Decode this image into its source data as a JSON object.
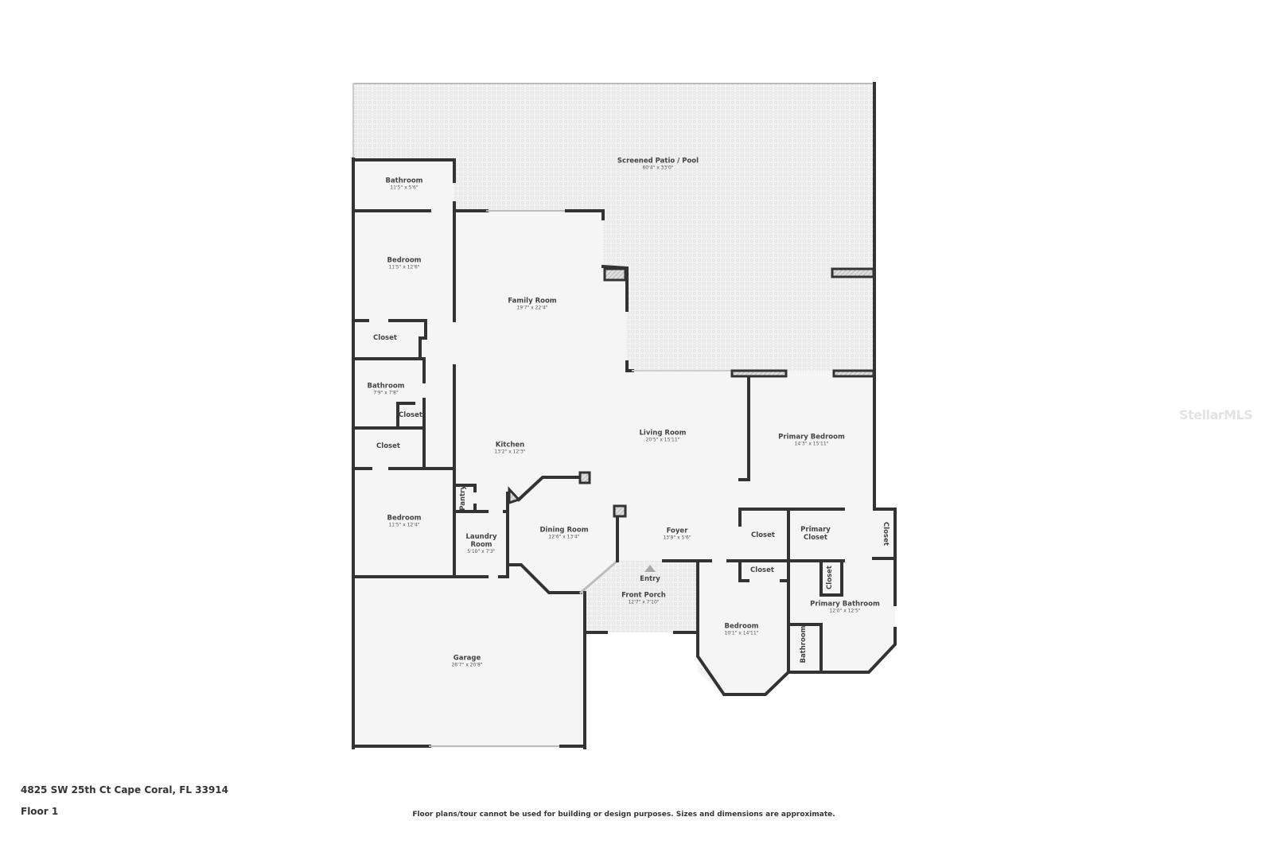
{
  "rooms": {
    "patio": {
      "name": "Screened Patio / Pool",
      "dims": "60'4\" x 33'0\""
    },
    "bathroom1": {
      "name": "Bathroom",
      "dims": "11'5\" x 5'6\""
    },
    "bedroom1": {
      "name": "Bedroom",
      "dims": "11'5\" x 12'6\""
    },
    "closet1": {
      "name": "Closet"
    },
    "bathroom2": {
      "name": "Bathroom",
      "dims": "7'9\" x 7'8\""
    },
    "closet2": {
      "name": "Closet"
    },
    "closet3": {
      "name": "Closet"
    },
    "bedroom2": {
      "name": "Bedroom",
      "dims": "11'5\" x 12'4\""
    },
    "family": {
      "name": "Family Room",
      "dims": "19'7\" x 22'4\""
    },
    "kitchen": {
      "name": "Kitchen",
      "dims": "13'2\" x 12'3\""
    },
    "pantry": {
      "name": "Pantry"
    },
    "laundry": {
      "name": "Laundry Room",
      "dims": "5'10\" x 7'3\""
    },
    "dining": {
      "name": "Dining Room",
      "dims": "12'6\" x 13'4\""
    },
    "living": {
      "name": "Living Room",
      "dims": "20'5\" x 15'11\""
    },
    "foyer": {
      "name": "Foyer",
      "dims": "13'9\" x 5'6\""
    },
    "entry": {
      "name": "Entry"
    },
    "porch": {
      "name": "Front Porch",
      "dims": "12'7\" x 7'10\""
    },
    "garage": {
      "name": "Garage",
      "dims": "26'7\" x 20'8\""
    },
    "primary_bedroom": {
      "name": "Primary Bedroom",
      "dims": "14'3\" x 15'11\""
    },
    "closet4": {
      "name": "Closet"
    },
    "primary_closet": {
      "name": "Primary Closet"
    },
    "closet5": {
      "name": "Closet"
    },
    "closet6": {
      "name": "Closet"
    },
    "closet7": {
      "name": "Closet"
    },
    "primary_bathroom": {
      "name": "Primary Bathroom",
      "dims": "12'0\" x 12'5\""
    },
    "bedroom3": {
      "name": "Bedroom",
      "dims": "10'1\" x 14'11\""
    },
    "bathroom3": {
      "name": "Bathroom"
    }
  },
  "footer": {
    "address": "4825 SW 25th Ct Cape Coral, FL 33914",
    "floor": "Floor 1",
    "disclaimer": "Floor plans/tour cannot be used for building or design purposes. Sizes and dimensions are approximate."
  },
  "watermark": "StellarMLS",
  "colors": {
    "wall": "#333333",
    "floor": "#f5f5f5",
    "patio": "#eeeeee"
  }
}
